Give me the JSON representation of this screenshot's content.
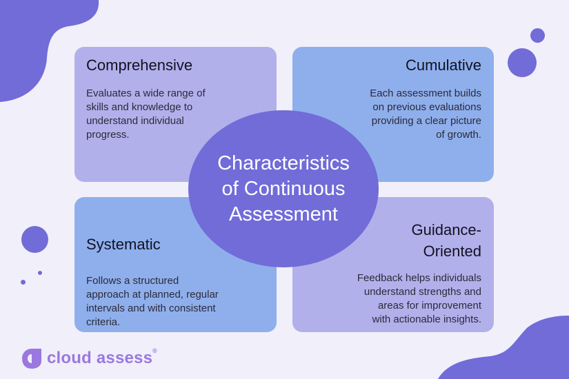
{
  "center": {
    "line1": "Characteristics",
    "line2": "of Continuous",
    "line3": "Assessment"
  },
  "cards": [
    {
      "title": "Comprehensive",
      "desc": [
        "Evaluates a wide range of",
        "skills and knowledge to",
        "understand individual",
        "progress."
      ]
    },
    {
      "title": "Cumulative",
      "desc": [
        "Each assessment builds",
        "on previous evaluations",
        "providing a clear picture",
        "of growth."
      ]
    },
    {
      "title": "Systematic",
      "desc": [
        "Follows a structured",
        "approach at planned, regular",
        "intervals and with consistent",
        "criteria."
      ]
    },
    {
      "title_line1": "Guidance-",
      "title_line2": "Oriented",
      "desc": [
        "Feedback helps individuals",
        "understand strengths and",
        "areas for improvement",
        "with actionable insights."
      ]
    }
  ],
  "logo": {
    "text": "cloud assess",
    "mark": "®",
    "icon": "cloud-assess-logo-icon"
  },
  "colors": {
    "background": "#f1eff9",
    "accent": "#716cd8",
    "card_lavender": "#b2b0ea",
    "card_blue": "#8fafec",
    "logo": "#9a78e0"
  }
}
